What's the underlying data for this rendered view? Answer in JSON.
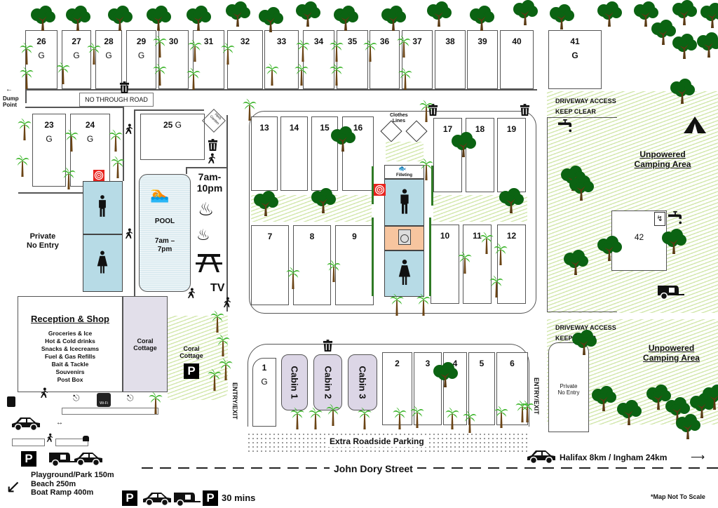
{
  "top_row_sites": [
    {
      "number": "26",
      "grass": "G"
    },
    {
      "number": "27",
      "grass": "G"
    },
    {
      "number": "28",
      "grass": "G"
    },
    {
      "number": "29",
      "grass": "G"
    },
    {
      "number": "30"
    },
    {
      "number": "31"
    },
    {
      "number": "32"
    },
    {
      "number": "33"
    },
    {
      "number": "34"
    },
    {
      "number": "35"
    },
    {
      "number": "36"
    },
    {
      "number": "37"
    },
    {
      "number": "38"
    },
    {
      "number": "39"
    },
    {
      "number": "40"
    }
  ],
  "site_41": {
    "number": "41",
    "grass": "G"
  },
  "site_23": {
    "number": "23",
    "grass": "G"
  },
  "site_24": {
    "number": "24",
    "grass": "G"
  },
  "site_25": {
    "number": "25",
    "grass": "G"
  },
  "middle_sites_top": [
    "13",
    "14",
    "15",
    "16",
    "17",
    "18",
    "19"
  ],
  "middle_sites_bottom": [
    "7",
    "8",
    "9",
    "10",
    "11",
    "12"
  ],
  "bottom_sites": [
    "2",
    "3",
    "4",
    "5",
    "6"
  ],
  "site_1": {
    "number": "1",
    "grass": "G"
  },
  "site_42": "42",
  "cabins": [
    "Cabin 1",
    "Cabin 2",
    "Cabin 3"
  ],
  "labels": {
    "no_through_road": "NO THROUGH ROAD",
    "dump_point": "Dump\nPoint",
    "herb_garden": "Herb Garden",
    "private_no_entry": "Private\nNo Entry",
    "private_no_entry_small": "Private\nNo Entry",
    "pool": "POOL",
    "pool_hours": "7am –\n7pm",
    "bbq_hours": "7am-\n10pm",
    "tv": "TV",
    "clothes_lines": "Clothes\nLines",
    "filleting": "Filleting",
    "driveway_access_1": "DRIVEWAY ACCESS\nKEEP CLEAR",
    "driveway_access_2": "DRIVEWAY ACCESS\nKEEP CLEAR",
    "unpowered_1": "Unpowered\nCamping Area",
    "unpowered_2": "Unpowered\nCamping Area",
    "entry_exit_1": "ENTRY/EXIT",
    "entry_exit_2": "ENTRY/EXIT",
    "coral_cottage_building": "Coral\nCottage",
    "coral_cottage_parking": "Coral\nCottage",
    "extra_parking": "Extra Roadside Parking",
    "street": "John Dory Street",
    "directions_right": "Halifax 8km / Ingham 24km",
    "directions_left": "Playground/Park 150m\nBeach 250m\nBoat Ramp 400m",
    "parking_time": "30 mins",
    "not_to_scale": "*Map Not To Scale",
    "wifi": "Wi-Fi",
    "parking_p": "P"
  },
  "reception": {
    "title": "Reception & Shop",
    "items": [
      "Groceries & Ice",
      "Hot & Cold drinks",
      "Snacks & Icecreams",
      "Fuel & Gas Refills",
      "Bait & Tackle",
      "Souvenirs",
      "Post Box"
    ]
  },
  "colors": {
    "grass": "#d4e8b0",
    "amenity_blue": "#b7dbe6",
    "laundry": "#f7c59f",
    "cottage": "#e2dfea",
    "tree": "#0b6312",
    "palm": "#3cb52a",
    "trunk": "#5a3a14",
    "fire_icon": "#e8231e"
  },
  "icons": [
    "tree-icon",
    "palm-icon",
    "bin-icon",
    "walker-icon",
    "toilet-male-icon",
    "toilet-female-icon",
    "swimmer-icon",
    "bbq-icon",
    "cooktop-icon",
    "picnic-table-icon",
    "washing-machine-icon",
    "fish-icon",
    "fire-hose-icon",
    "tap-icon",
    "tent-icon",
    "caravan-icon",
    "car-icon",
    "fuel-pump-icon",
    "wifi-icon",
    "power-icon",
    "parking-icon",
    "mailbox-icon"
  ]
}
